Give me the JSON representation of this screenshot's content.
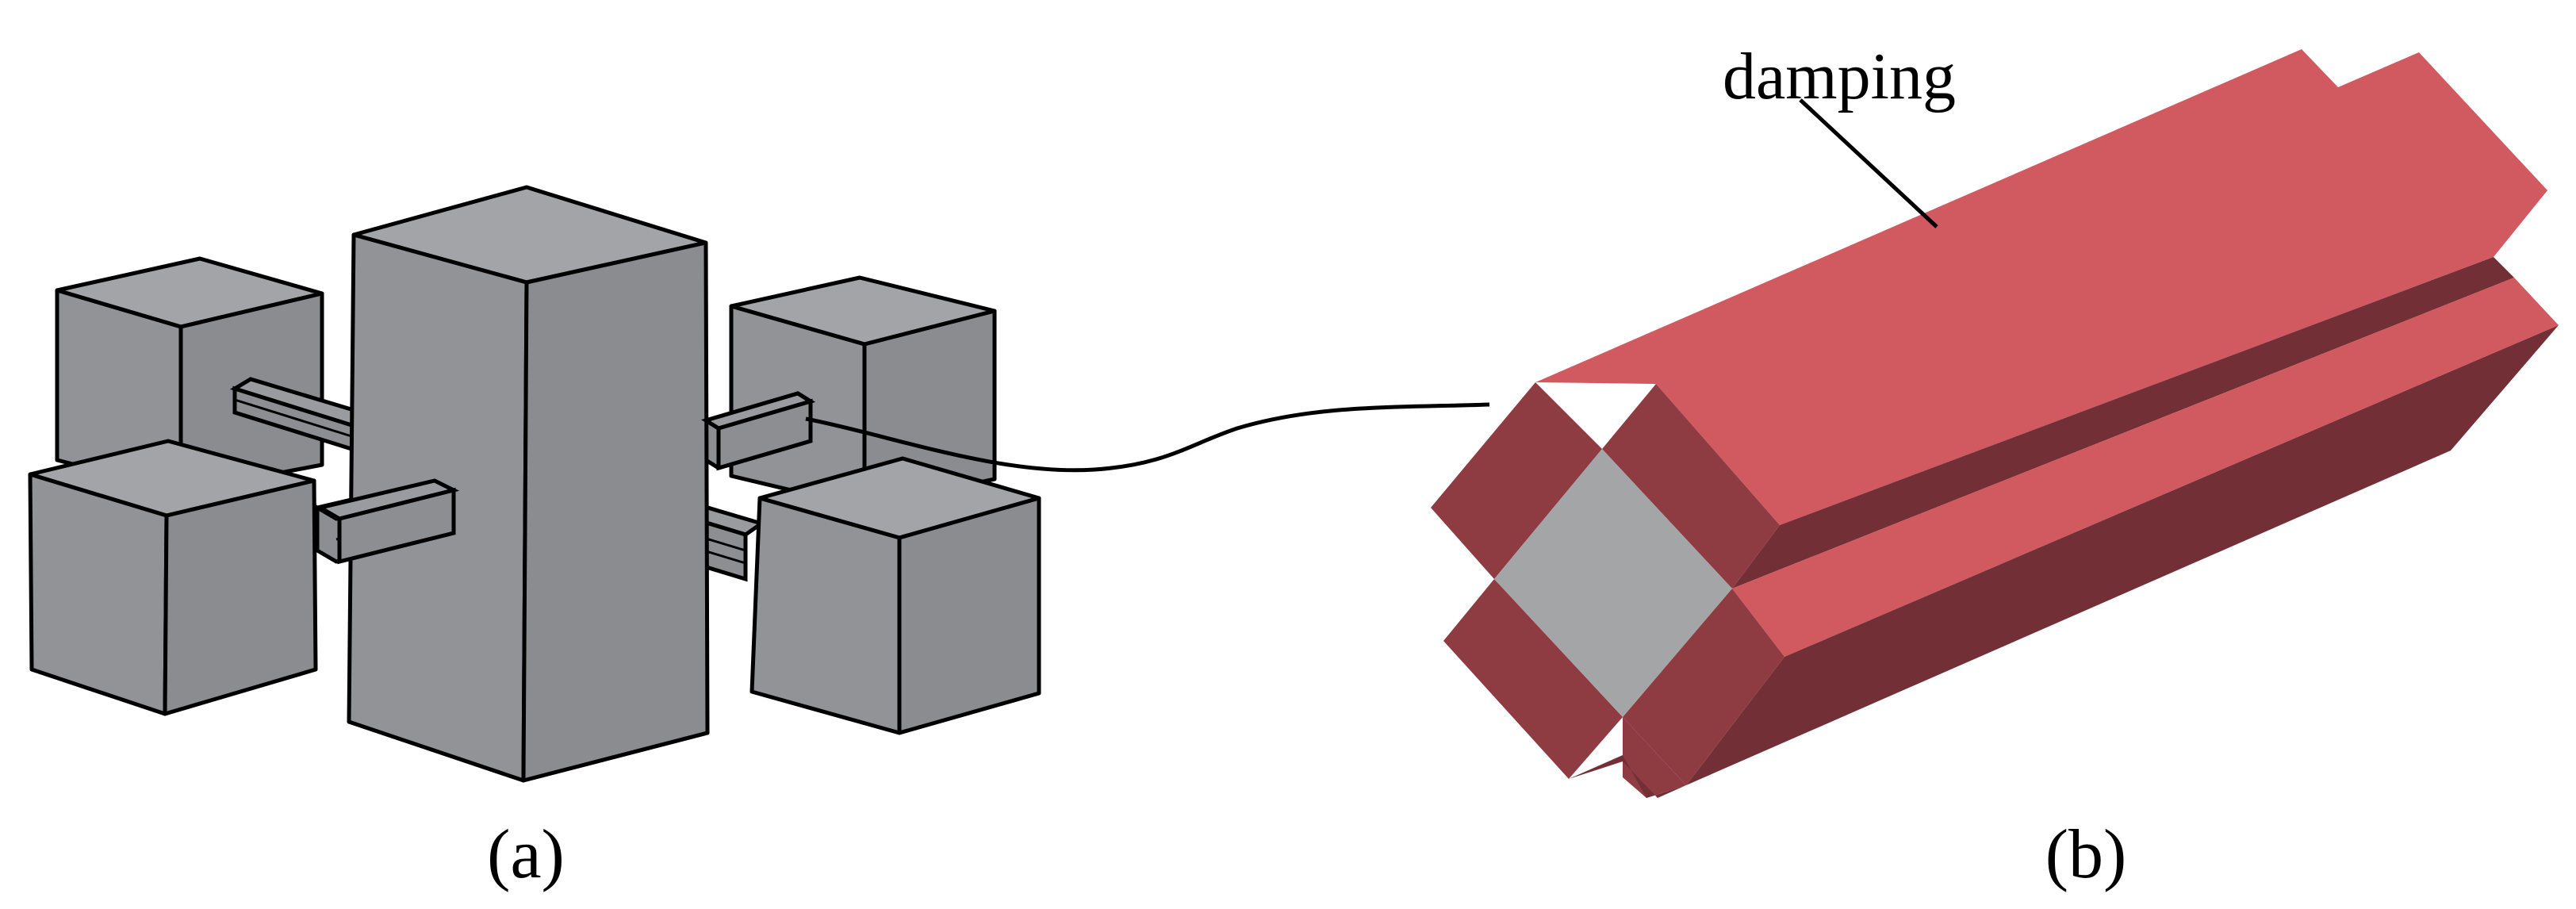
{
  "panels": [
    {
      "id": "a",
      "label": "(a)"
    },
    {
      "id": "b",
      "label": "(b)"
    }
  ],
  "callout": {
    "text": "damping"
  },
  "colors": {
    "block_top": "#a3a4a7",
    "block_side_left": "#929397",
    "block_side_right": "#8b8c90",
    "damper_top": "#d05a60",
    "damper_side_light": "#8e3b42",
    "damper_side_dark": "#723036",
    "damper_core": "#a4a5a7",
    "outline": "#000000"
  }
}
